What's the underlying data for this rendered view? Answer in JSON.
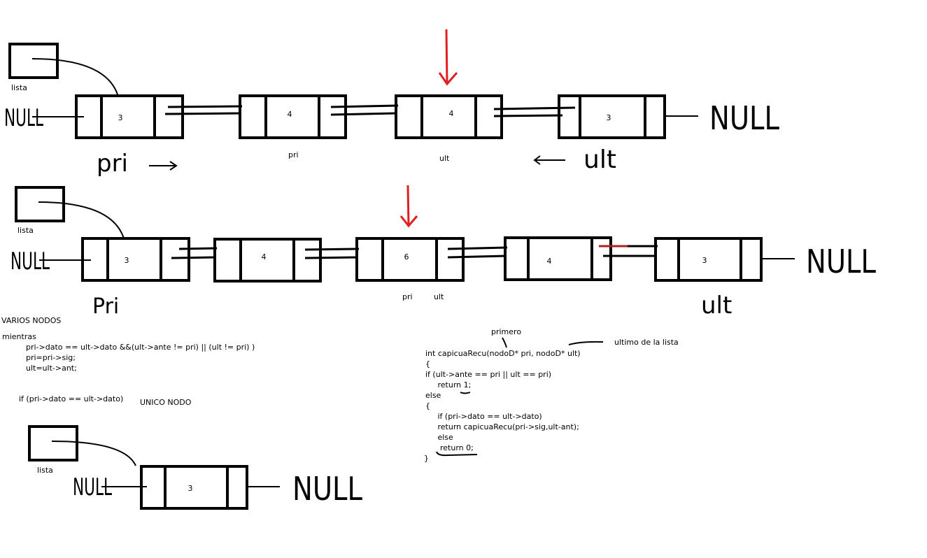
{
  "colors": {
    "ink": "#000000",
    "marker": "#e02020",
    "background": "#ffffff"
  },
  "row1": {
    "head_label": "lista",
    "left_null": "NULL",
    "right_null": "NULL",
    "nodes": [
      "3",
      "4",
      "4",
      "3"
    ],
    "label_pri_node": "pri",
    "label_ult_node": "ult",
    "pri_hand": "pri",
    "ult_hand": "ult"
  },
  "row2": {
    "head_label": "lista",
    "left_null": "NULL",
    "right_null": "NULL",
    "nodes": [
      "3",
      "4",
      "6",
      "4",
      "3"
    ],
    "label_pri_node": "pri",
    "label_ult_node": "ult",
    "pri_hand": "Pri",
    "ult_hand": "ult"
  },
  "row3": {
    "head_label": "lista",
    "left_null": "NULL",
    "right_null": "NULL",
    "nodes": [
      "3"
    ]
  },
  "notes": {
    "varios_nodos": "VARIOS NODOS",
    "mientras": "mientras",
    "loop_lines": [
      "pri->dato == ult->dato  &&(ult->ante != pri)  || (ult != pri) )",
      "pri=pri->sig;",
      "ult=ult->ant;"
    ],
    "if_line": "if (pri->dato == ult->dato)",
    "unico_nodo": "UNICO NODO"
  },
  "code": {
    "annotation_primero": "primero",
    "annotation_ultimo": "ultimo de la lista",
    "lines": [
      "int capicuaRecu(nodoD* pri, nodoD* ult)",
      "{",
      " if (ult->ante == pri  || ult == pri)",
      "     return 1;",
      "else",
      "{",
      "     if (pri->dato == ult->dato)",
      "     return capicuaRecu(pri->sig,ult-ant);",
      "     else",
      "      return 0;",
      "}"
    ]
  }
}
